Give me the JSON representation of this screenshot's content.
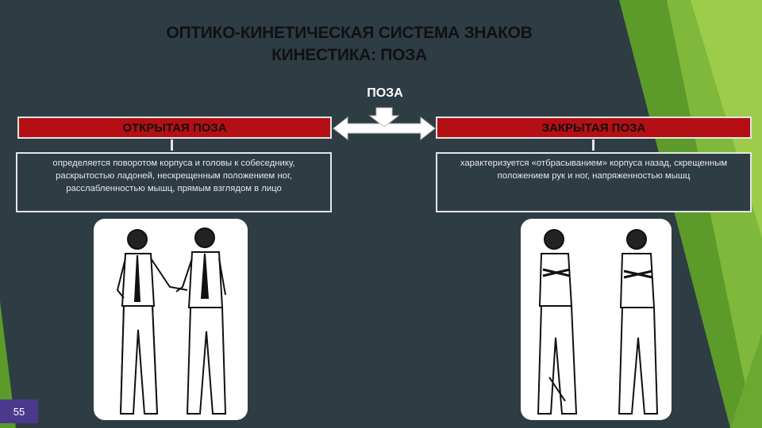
{
  "header": {
    "title_line1": "ОПТИКО-КИНЕТИЧЕСКАЯ СИСТЕМА ЗНАКОВ",
    "title_line2": "КИНЕСТИКА: ПОЗА"
  },
  "center": {
    "label": "ПОЗА"
  },
  "left": {
    "heading": "ОТКРЫТАЯ ПОЗА",
    "description": "определяется поворотом корпуса и головы к собеседнику, раскрытостью ладоней, нескрещенным положением ног, расслабленностью мышц, прямым взглядом в лицо"
  },
  "right": {
    "heading": "ЗАКРЫТАЯ ПОЗА",
    "description": "характеризуется «отбрасыванием» корпуса назад, скрещенным положением рук и ног, напряженностью мышц"
  },
  "footer": {
    "page_number": "55"
  },
  "colors": {
    "background": "#2e3c44",
    "accent_red": "#b40f14",
    "green": "#7fb83a",
    "page_badge": "#4b3a8c"
  }
}
